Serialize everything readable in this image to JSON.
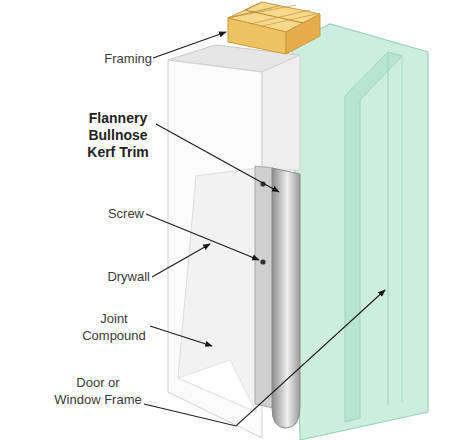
{
  "diagram": {
    "labels": [
      "Framing",
      "Flannery Bullnose Kerf Trim",
      "Screw",
      "Drywall",
      "Joint Compound",
      "Door or Window Frame"
    ]
  }
}
